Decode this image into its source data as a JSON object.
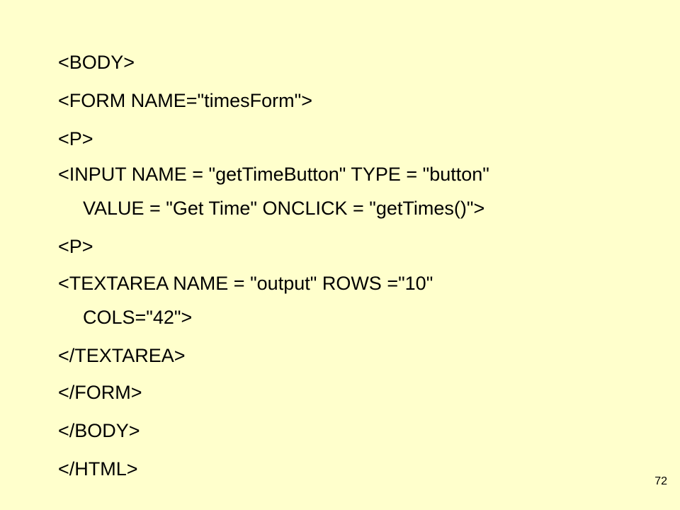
{
  "slide": {
    "code_lines": [
      "<BODY>",
      "<FORM NAME=\"timesForm\">",
      "<P>",
      "<INPUT NAME = \"getTimeButton\" TYPE = \"button\"",
      "VALUE = \"Get Time\" ONCLICK = \"getTimes()\">",
      "<P>",
      "<TEXTAREA NAME = \"output\" ROWS =\"10\"",
      "COLS=\"42\">",
      "</TEXTAREA>",
      "</FORM>",
      "</BODY>",
      "</HTML>"
    ],
    "page_number": "72"
  },
  "colors": {
    "background": "#ffffcc",
    "text": "#000000"
  }
}
